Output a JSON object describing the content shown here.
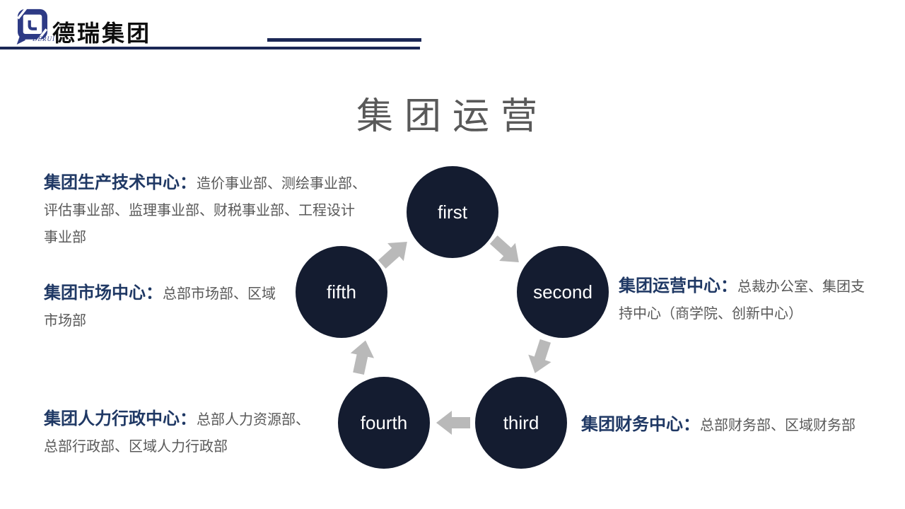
{
  "header": {
    "brand_cn": "德瑞集团",
    "brand_en": "DERUI",
    "logo_color": "#2d3a85",
    "accent_line_color": "#1b2755"
  },
  "title": {
    "text": "集团运营",
    "color": "#595959"
  },
  "diagram": {
    "type": "cycle",
    "node_color": "#141c30",
    "node_text_color": "#ffffff",
    "arrow_color": "#b9b9b9",
    "nodes": [
      {
        "label": "first"
      },
      {
        "label": "second"
      },
      {
        "label": "third"
      },
      {
        "label": "fourth"
      },
      {
        "label": "fifth"
      }
    ],
    "arrows": [
      {
        "from": "first",
        "to": "second"
      },
      {
        "from": "second",
        "to": "third"
      },
      {
        "from": "third",
        "to": "fourth"
      },
      {
        "from": "fourth",
        "to": "fifth"
      },
      {
        "from": "fifth",
        "to": "first"
      }
    ]
  },
  "sections": [
    {
      "head": "集团生产技术中心：",
      "body": "造价事业部、测绘事业部、评估事业部、监理事业部、财税事业部、工程设计事业部"
    },
    {
      "head": "集团运营中心：",
      "body": "总裁办公室、集团支持中心（商学院、创新中心）"
    },
    {
      "head": "集团财务中心：",
      "body": "总部财务部、区域财务部"
    },
    {
      "head": "集团人力行政中心：",
      "body": "总部人力资源部、总部行政部、区域人力行政部"
    },
    {
      "head": "集团市场中心：",
      "body": "总部市场部、区域市场部"
    }
  ],
  "colors": {
    "head_text": "#1f3864",
    "body_text": "#595959",
    "title_text": "#595959",
    "background": "#ffffff"
  }
}
